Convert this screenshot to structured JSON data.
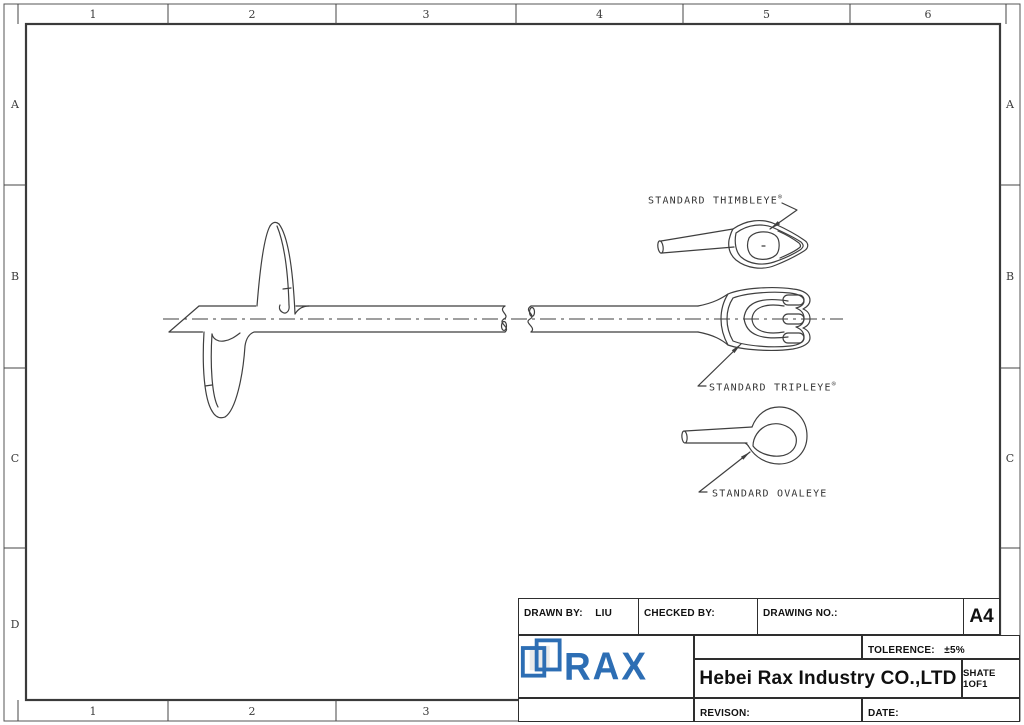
{
  "sheet": {
    "zones": {
      "top": [
        "1",
        "2",
        "3",
        "4",
        "5",
        "6"
      ],
      "bottom": [
        "1",
        "2",
        "3"
      ],
      "left": [
        "A",
        "B",
        "C",
        "D"
      ],
      "right": [
        "A",
        "B",
        "C"
      ]
    }
  },
  "drawing": {
    "line_color": "#3f3f3f",
    "labels": {
      "thimbleye": {
        "text": "STANDARD THIMBLEYE",
        "reg": "®"
      },
      "tripleye": {
        "text": "STANDARD TRIPLEYE",
        "reg": "®"
      },
      "ovaleye": {
        "text": "STANDARD OVALEYE",
        "reg": ""
      }
    }
  },
  "title_block": {
    "drawn_by": {
      "label": "DRAWN BY:",
      "value": "LIU"
    },
    "checked_by": {
      "label": "CHECKED BY:"
    },
    "drawing_no": {
      "label": "DRAWING NO.:"
    },
    "paper_size": "A4",
    "tolerance": {
      "label": "TOLERENCE:",
      "value": "±5%"
    },
    "company": "Hebei Rax Industry CO.,LTD",
    "sheet_note": "SHATE 1OF1",
    "revision": {
      "label": "REVISON:"
    },
    "date": {
      "label": "DATE:"
    },
    "logo": {
      "text": "RAX",
      "color": "#2d6eb4"
    }
  }
}
